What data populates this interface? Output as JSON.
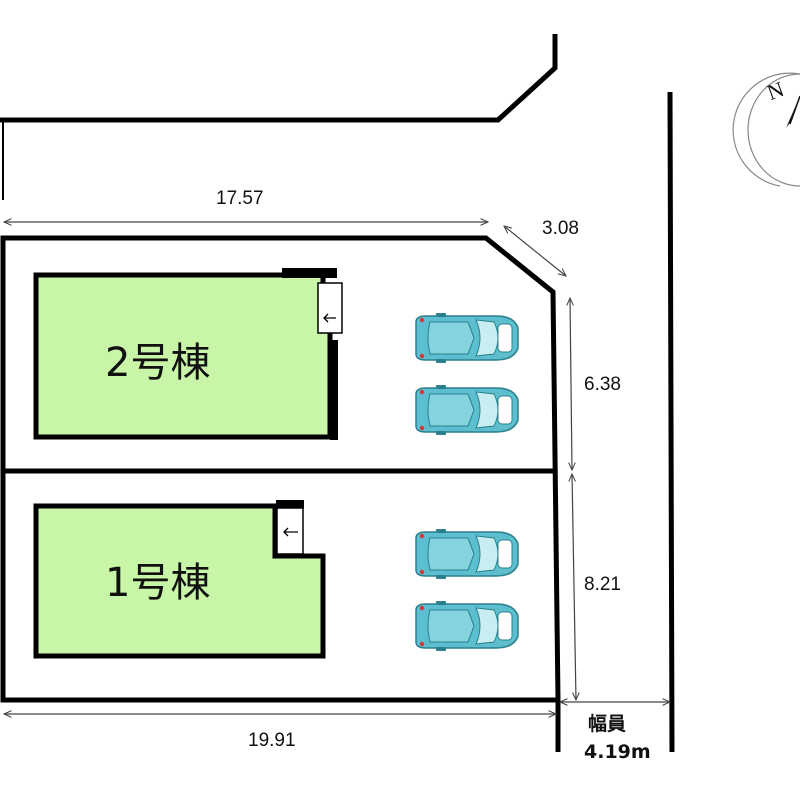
{
  "buildings": [
    {
      "label": "2号棟",
      "color": "#c8f5a8"
    },
    {
      "label": "1号棟",
      "color": "#c8f5a8"
    }
  ],
  "dimensions": {
    "top_width": "17.57",
    "corner_cut": "3.08",
    "right_upper": "6.38",
    "right_lower": "8.21",
    "bottom_width": "19.91"
  },
  "road": {
    "label": "幅員",
    "width": "4.19m"
  },
  "compass": {
    "label": "N"
  },
  "colors": {
    "lot_line": "#000000",
    "car_body": "#5bbfd0",
    "car_window": "#c9eef2",
    "dimension_line": "#444444"
  },
  "parking": {
    "spaces_per_lot": 2
  }
}
